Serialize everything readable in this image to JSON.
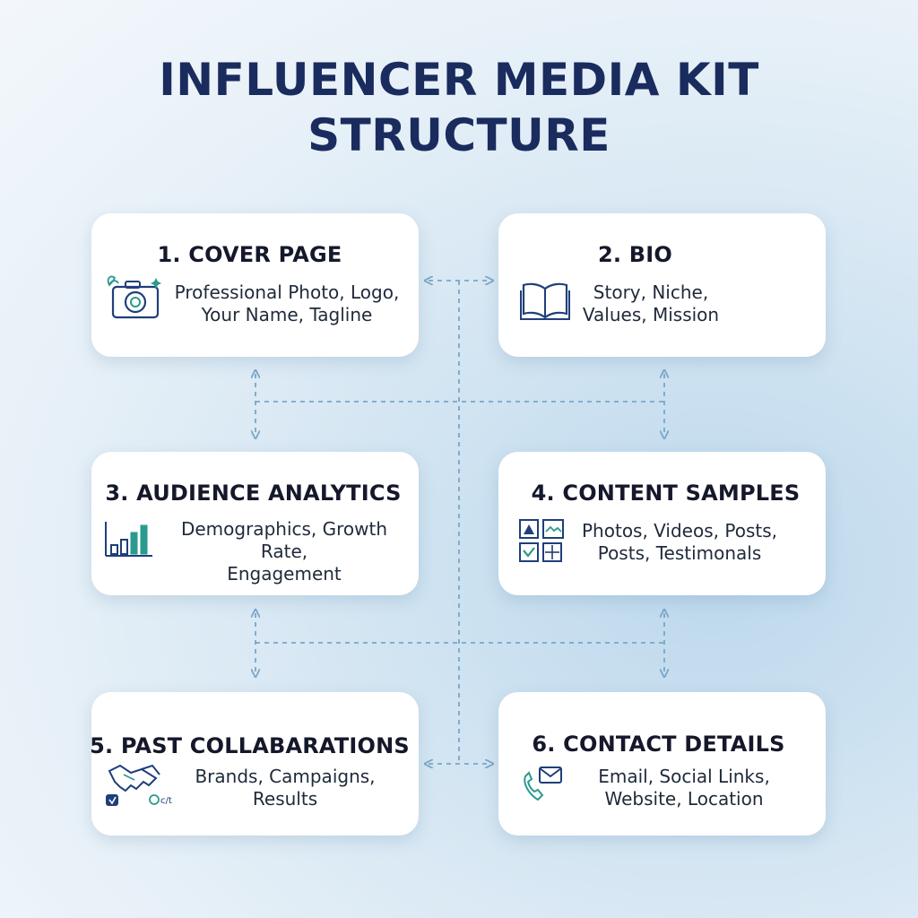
{
  "title": {
    "line1": "INFLUENCER MEDIA KIT",
    "line2": "STRUCTURE"
  },
  "colors": {
    "title": "#1a2b5e",
    "icon_navy": "#1f3f7a",
    "icon_teal": "#2a9a8e",
    "connector": "#7aa6c8"
  },
  "cards": [
    {
      "heading": "1. COVER PAGE",
      "lines": [
        "Professional Photo, Logo,",
        "Your Name, Tagline"
      ],
      "icon": "camera-icon"
    },
    {
      "heading": "2. BIO",
      "lines": [
        "Story, Niche,",
        "Values, Mission"
      ],
      "icon": "book-icon"
    },
    {
      "heading": "3. AUDIENCE ANALYTICS",
      "lines": [
        "Demographics, Growth Rate,",
        "Engagement"
      ],
      "icon": "bar-chart-icon"
    },
    {
      "heading": "4. CONTENT SAMPLES",
      "lines": [
        "Photos, Videos, Posts,",
        "Posts, Testimonals"
      ],
      "icon": "gallery-icon"
    },
    {
      "heading": "5. PAST COLLABARATIONS",
      "lines": [
        "Brands, Campaigns,",
        "Results"
      ],
      "icon": "handshake-icon"
    },
    {
      "heading": "6. CONTACT DETAILS",
      "lines": [
        "Email, Social Links,",
        "Website, Location"
      ],
      "icon": "phone-mail-icon"
    }
  ]
}
